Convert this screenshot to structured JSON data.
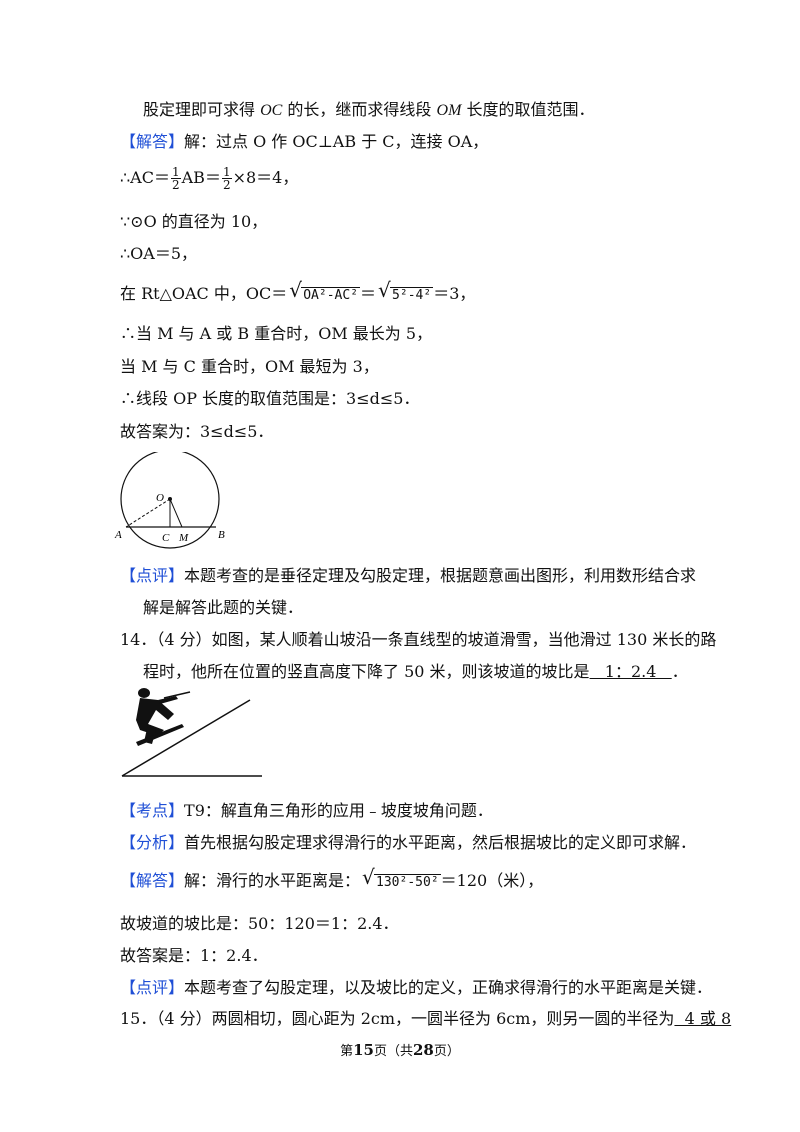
{
  "lines": {
    "l1_a": "股定理即可求得 ",
    "l1_oc": "OC",
    "l1_b": " 的长，继而求得线段 ",
    "l1_om": "OM",
    "l1_c": " 长度的取值范围．",
    "l2_tag": "【解答】",
    "l2_text": "解：过点 O 作 OC⊥AB 于 C，连接 OA，",
    "l3_a": "∴AC＝",
    "l3_f1n": "1",
    "l3_f1d": "2",
    "l3_b": "AB＝",
    "l3_f2n": "1",
    "l3_f2d": "2",
    "l3_c": "×8＝4，",
    "l4": "∵⊙O 的直径为 10，",
    "l5": "∴OA＝5，",
    "l6_a": "在 Rt△OAC 中，OC＝",
    "l6_r1": "OA²-AC²",
    "l6_b": "＝",
    "l6_r2": "5²-4²",
    "l6_c": "＝3，",
    "l7": "∴当 M 与 A 或 B 重合时，OM 最长为 5，",
    "l8": "当 M 与 C 重合时，OM 最短为 3，",
    "l9": "∴线段 OP 长度的取值范围是：3≤d≤5．",
    "l10": "故答案为：3≤d≤5．",
    "l11_tag": "【点评】",
    "l11_text": "本题考查的是垂径定理及勾股定理，根据题意画出图形，利用数形结合求",
    "l12": "解是解答此题的关键．",
    "l13": "14．（4 分）如图，某人顺着山坡沿一条直线型的坡道滑雪，当他滑过 130 米长的路",
    "l14_a": "程时，他所在位置的竖直高度下降了 50 米，则该坡道的坡比是",
    "l14_ans": "   1：2.4   ",
    "l14_b": "．",
    "l15_tag": "【考点】",
    "l15_text": "T9：解直角三角形的应用﹣坡度坡角问题．",
    "l16_tag": "【分析】",
    "l16_text": "首先根据勾股定理求得滑行的水平距离，然后根据坡比的定义即可求解．",
    "l17_tag": "【解答】",
    "l17_a": "解：滑行的水平距离是：",
    "l17_r": "130²-50²",
    "l17_b": "＝120（米），",
    "l18": "故坡道的坡比是：50：120＝1：2.4．",
    "l19": "故答案是：1：2.4．",
    "l20_tag": "【点评】",
    "l20_text": "本题考查了勾股定理，以及坡比的定义，正确求得滑行的水平距离是关键．",
    "l21_a": "15．（4 分）两圆相切，圆心距为 2cm，一圆半径为 6cm，则另一圆的半径为",
    "l21_ans": "  4 或 8"
  },
  "figure1": {
    "O": "O",
    "A": "A",
    "C": "C",
    "M": "M",
    "B": "B"
  },
  "footer": {
    "a": "第",
    "page": "15",
    "b": "页（共",
    "total": "28",
    "c": "页）"
  }
}
